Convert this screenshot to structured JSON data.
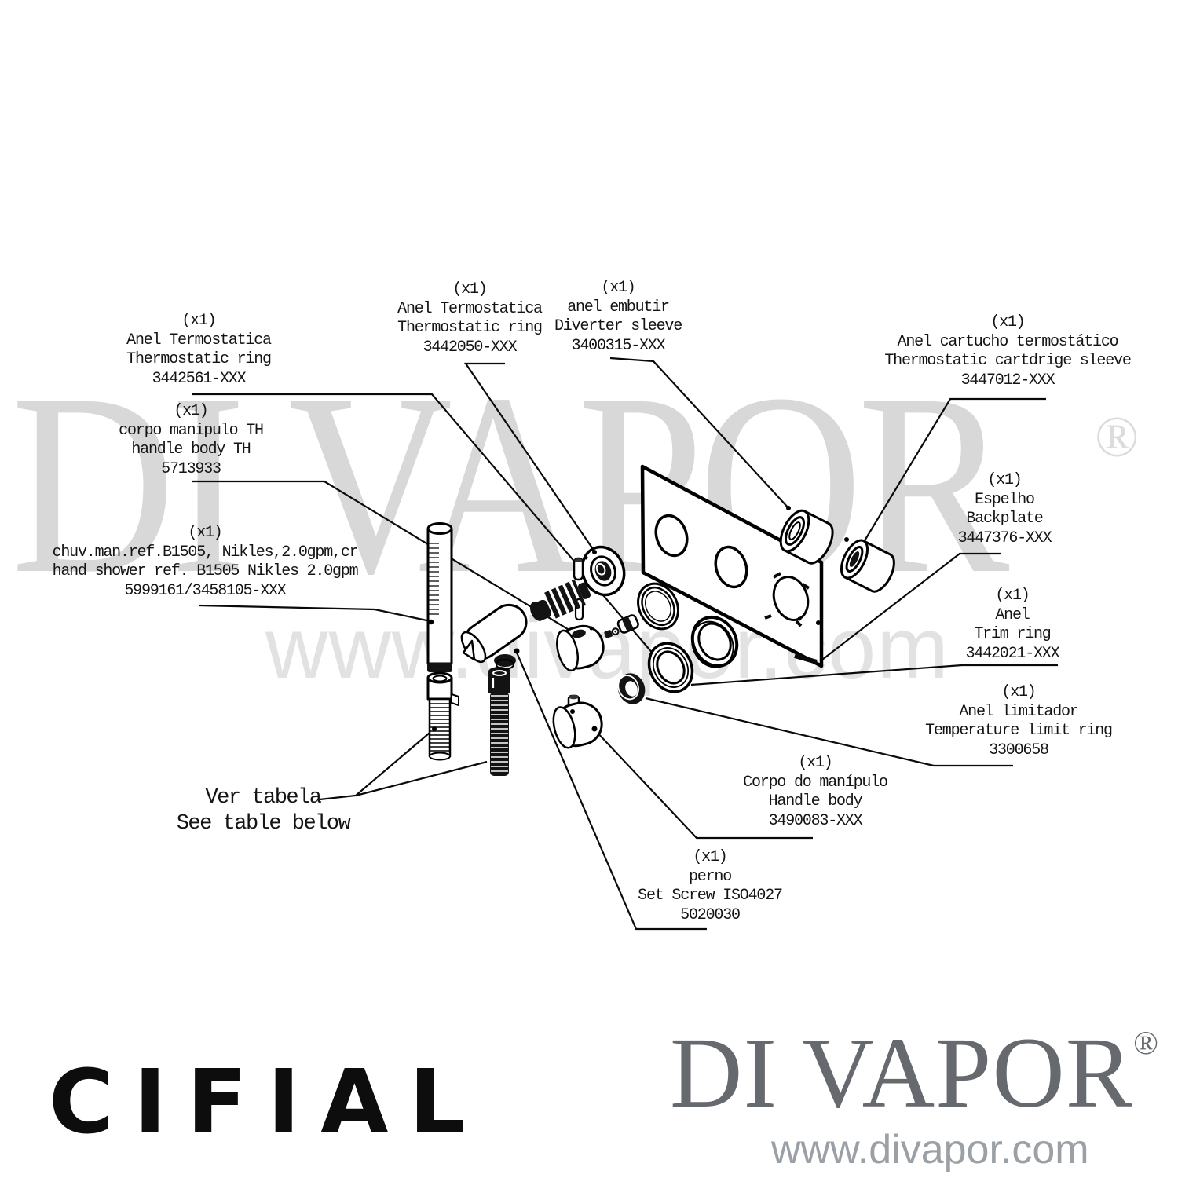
{
  "watermark": {
    "brand": "DI VAPOR",
    "registered": "®",
    "website": "www.divapor.com"
  },
  "footer": {
    "cifial": "CIFIAL",
    "brand": "DI VAPOR",
    "registered": "®",
    "website": "www.divapor.com"
  },
  "note": {
    "line1": "Ver tabela",
    "line2": "See table below"
  },
  "labels": [
    {
      "qty": "(x1)",
      "pt": "Anel Termostatica",
      "en": "Thermostatic ring",
      "part": "3442561-XXX"
    },
    {
      "qty": "(x1)",
      "pt": "corpo manipulo TH",
      "en": "handle body TH",
      "part": "5713933"
    },
    {
      "qty": "(x1)",
      "pt": "chuv.man.ref.B1505, Nikles,2.0gpm,cr",
      "en": "hand shower ref. B1505 Nikles 2.0gpm",
      "part": "5999161/3458105-XXX"
    },
    {
      "qty": "(x1)",
      "pt": "Anel Termostatica",
      "en": "Thermostatic ring",
      "part": "3442050-XXX"
    },
    {
      "qty": "(x1)",
      "pt": "anel embutir",
      "en": "Diverter sleeve",
      "part": "3400315-XXX"
    },
    {
      "qty": "(x1)",
      "pt": "Anel cartucho termostático",
      "en": "Thermostatic cartdrige sleeve",
      "part": "3447012-XXX"
    },
    {
      "qty": "(x1)",
      "pt": "Espelho",
      "en": "Backplate",
      "part": "3447376-XXX"
    },
    {
      "qty": "(x1)",
      "pt": "Anel",
      "en": "Trim ring",
      "part": "3442021-XXX"
    },
    {
      "qty": "(x1)",
      "pt": "Anel limitador",
      "en": "Temperature limit ring",
      "part": "3300658"
    },
    {
      "qty": "(x1)",
      "pt": "Corpo do manípulo",
      "en": "Handle body",
      "part": "3490083-XXX"
    },
    {
      "qty": "(x1)",
      "pt": "perno",
      "en": "Set Screw ISO4027",
      "part": "5020030"
    }
  ]
}
